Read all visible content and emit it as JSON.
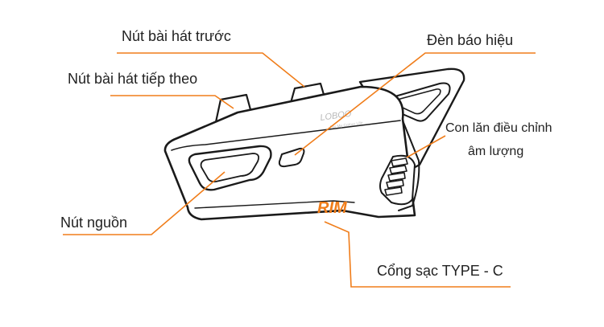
{
  "labels": {
    "prev_track": "Nút bài hát trước",
    "next_track": "Nút bài hát tiếp theo",
    "indicator_light": "Đèn báo hiệu",
    "volume_wheel_line1": "Con lăn điều chỉnh",
    "volume_wheel_line2": "âm lượng",
    "power_button": "Nút nguồn",
    "charging_port": "Cổng sạc TYPE - C"
  },
  "device": {
    "brand_logo": "LOBOO",
    "brand_tagline": "For My Colour Life",
    "model_mark": "RIM"
  },
  "colors": {
    "leader_line": "#f07d1a",
    "model_mark": "#f07d1a",
    "outline": "#1a1a1a",
    "label_text": "#222222"
  }
}
